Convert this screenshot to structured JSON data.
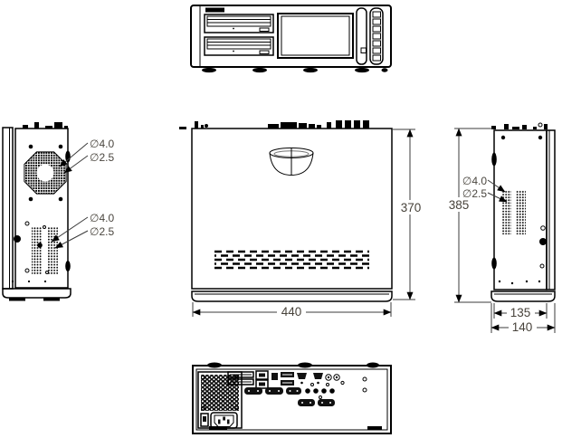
{
  "drawing": {
    "dimensions": {
      "width": "440",
      "depth": "370",
      "overall_depth": "385",
      "side_width": "135",
      "overall_side_width": "140"
    },
    "hole_callouts": {
      "outer": "∅4.0",
      "inner": "∅2.5"
    }
  }
}
